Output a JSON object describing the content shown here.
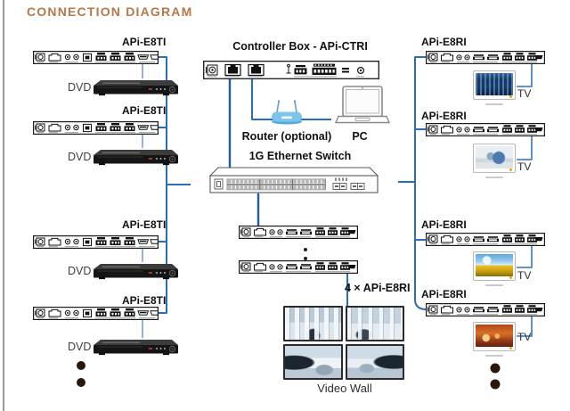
{
  "title": "CONNECTION DIAGRAM",
  "left_column": {
    "transmitters": [
      {
        "label": "APi-E8TI",
        "source": "DVD"
      },
      {
        "label": "APi-E8TI",
        "source": "DVD"
      },
      {
        "label": "APi-E8TI",
        "source": "DVD"
      },
      {
        "label": "APi-E8TI",
        "source": "DVD"
      }
    ]
  },
  "center_column": {
    "controller_label": "Controller Box - APi-CTRI",
    "router_label": "Router (optional)",
    "pc_label": "PC",
    "switch_label": "1G Ethernet Switch",
    "receiver_group_label": "4 × APi-E8RI",
    "video_wall_label": "Video Wall"
  },
  "right_column": {
    "receivers": [
      {
        "label": "APi-E8RI",
        "display": "TV"
      },
      {
        "label": "APi-E8RI",
        "display": "TV"
      },
      {
        "label": "APi-E8RI",
        "display": "TV"
      },
      {
        "label": "APi-E8RI",
        "display": "TV"
      }
    ]
  },
  "icons": {
    "transmitter": "av-transmitter-rack-icon",
    "receiver": "av-receiver-rack-icon",
    "controller": "controller-box-icon",
    "dvd": "dvd-player-icon",
    "router": "wifi-router-icon",
    "pc": "laptop-icon",
    "switch": "ethernet-switch-icon",
    "tv": "tv-icon",
    "video_wall": "video-wall-icon",
    "more": "ellipsis-dots-icon"
  },
  "colors": {
    "title_text": "#b5784a",
    "connection_line": "#2a6db8",
    "connection_line_light": "#8fb3dc",
    "connection_line_dark": "#1f5ba8",
    "tv_link_line": "#4a86c0",
    "ellipsis_dot": "#2a170b",
    "tv_power_led": "#f0a500"
  }
}
